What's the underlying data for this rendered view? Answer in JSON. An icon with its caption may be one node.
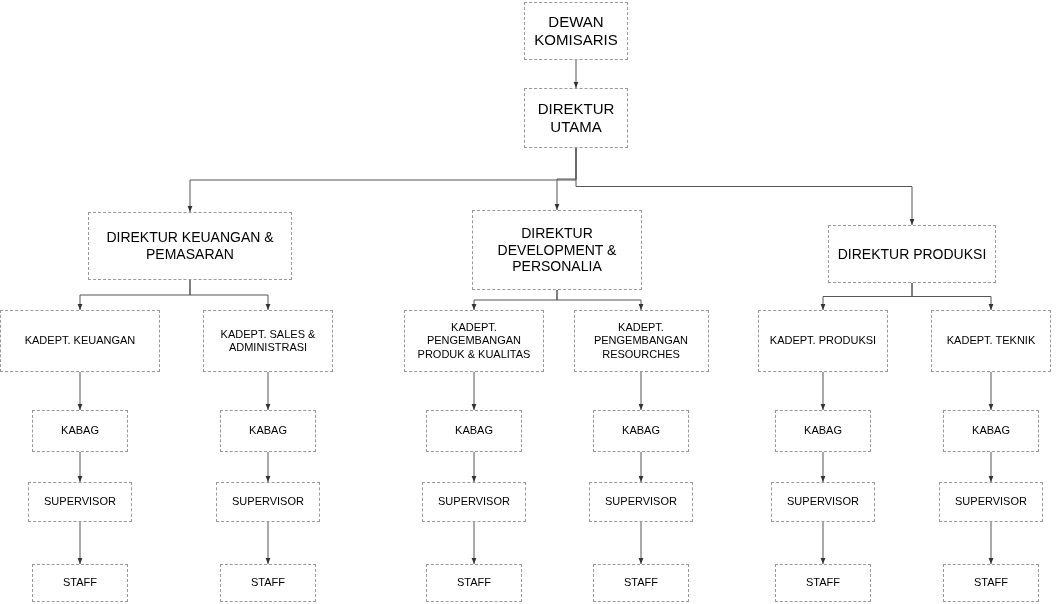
{
  "diagram": {
    "nodes": [
      {
        "text": [
          "DEWAN KOMISARIS"
        ]
      },
      {
        "text": [
          "DIREKTUR UTAMA"
        ]
      },
      {
        "text": [
          "DIREKTUR KEUANGAN & PEMASARAN"
        ]
      },
      {
        "text": [
          "DIREKTUR DEVELOPMENT & PERSONALIA"
        ]
      },
      {
        "text": [
          "DIREKTUR PRODUKSI"
        ]
      },
      {
        "text": [
          "KADEPT. KEUANGAN"
        ]
      },
      {
        "text": [
          "KADEPT. SALES & ADMINISTRASI"
        ]
      },
      {
        "text": [
          "KADEPT. PENGEMBANGAN PRODUK & KUALITAS"
        ]
      },
      {
        "text": [
          "KADEPT. PENGEMBANGAN RESOURCHES"
        ]
      },
      {
        "text": [
          "KADEPT. PRODUKSI"
        ]
      },
      {
        "text": [
          "KADEPT. TEKNIK"
        ]
      },
      {
        "text": [
          "KABAG"
        ]
      },
      {
        "text": [
          "KABAG"
        ]
      },
      {
        "text": [
          "KABAG"
        ]
      },
      {
        "text": [
          "KABAG"
        ]
      },
      {
        "text": [
          "KABAG"
        ]
      },
      {
        "text": [
          "KABAG"
        ]
      },
      {
        "text": [
          "SUPERVISOR"
        ]
      },
      {
        "text": [
          "SUPERVISOR"
        ]
      },
      {
        "text": [
          "SUPERVISOR"
        ]
      },
      {
        "text": [
          "SUPERVISOR"
        ]
      },
      {
        "text": [
          "SUPERVISOR"
        ]
      },
      {
        "text": [
          "SUPERVISOR"
        ]
      },
      {
        "text": [
          "STAFF"
        ]
      },
      {
        "text": [
          "STAFF"
        ]
      },
      {
        "text": [
          "STAFF"
        ]
      },
      {
        "text": [
          "STAFF"
        ]
      },
      {
        "text": [
          "STAFF"
        ]
      },
      {
        "text": [
          "STAFF"
        ]
      }
    ],
    "edges": [
      {
        "from": 0,
        "to": 1,
        "arrow": "to"
      },
      {
        "from": 1,
        "to": 2,
        "arrow": "to"
      },
      {
        "from": 1,
        "to": 3,
        "arrow": "to"
      },
      {
        "from": 1,
        "to": 4,
        "arrow": "to"
      },
      {
        "from": 2,
        "to": 5,
        "arrow": "to"
      },
      {
        "from": 2,
        "to": 6,
        "arrow": "to"
      },
      {
        "from": 3,
        "to": 7,
        "arrow": "to"
      },
      {
        "from": 3,
        "to": 8,
        "arrow": "to"
      },
      {
        "from": 4,
        "to": 9,
        "arrow": "to"
      },
      {
        "from": 4,
        "to": 10,
        "arrow": "to"
      },
      {
        "from": 5,
        "to": 11,
        "arrow": "to"
      },
      {
        "from": 6,
        "to": 12,
        "arrow": "to"
      },
      {
        "from": 7,
        "to": 13,
        "arrow": "to"
      },
      {
        "from": 8,
        "to": 14,
        "arrow": "to"
      },
      {
        "from": 9,
        "to": 15,
        "arrow": "to"
      },
      {
        "from": 10,
        "to": 16,
        "arrow": "to"
      },
      {
        "from": 11,
        "to": 17,
        "arrow": "to"
      },
      {
        "from": 12,
        "to": 18,
        "arrow": "to"
      },
      {
        "from": 13,
        "to": 19,
        "arrow": "to"
      },
      {
        "from": 14,
        "to": 20,
        "arrow": "to"
      },
      {
        "from": 15,
        "to": 21,
        "arrow": "to"
      },
      {
        "from": 16,
        "to": 22,
        "arrow": "to"
      },
      {
        "from": 17,
        "to": 23,
        "arrow": "to"
      },
      {
        "from": 18,
        "to": 24,
        "arrow": "to"
      },
      {
        "from": 19,
        "to": 25,
        "arrow": "to"
      },
      {
        "from": 20,
        "to": 26,
        "arrow": "to"
      },
      {
        "from": 21,
        "to": 27,
        "arrow": "to"
      },
      {
        "from": 22,
        "to": 28,
        "arrow": "to"
      }
    ]
  }
}
